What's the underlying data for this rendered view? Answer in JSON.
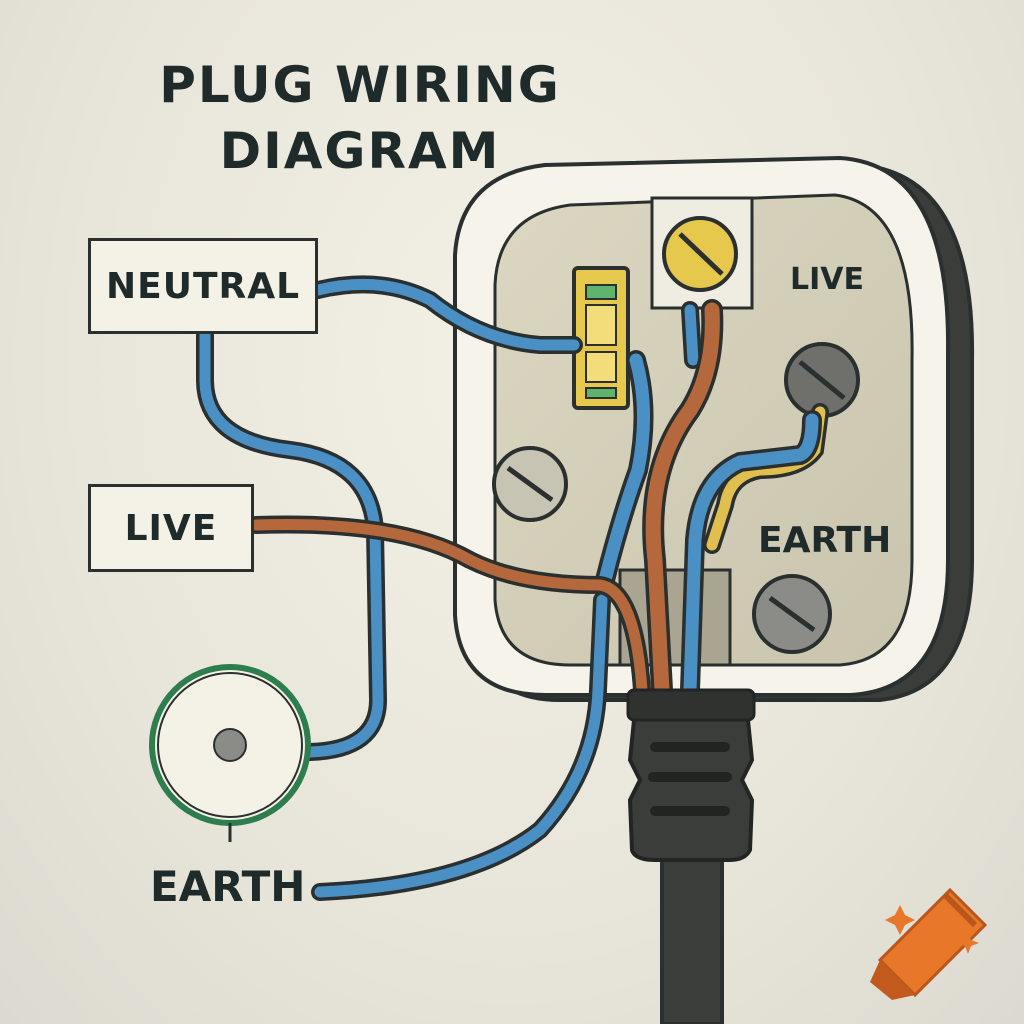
{
  "title_line1": "PLUG WIRING",
  "title_line2": "DIAGRAM",
  "callouts": {
    "neutral": "NEUTRAL",
    "live": "LIVE",
    "earth": "EARTH"
  },
  "plug_labels": {
    "live": "LIVE",
    "earth": "EARTH"
  },
  "colors": {
    "neutral_wire": "#4a90c4",
    "live_wire": "#b5683b",
    "earth_wire": "#d9b94a",
    "earth_ring": "#2e7d4e",
    "fuse": "#e6c84c",
    "plug_body": "#f6f3ea",
    "cable": "#3b3d3b",
    "outline": "#2a2f2f"
  }
}
